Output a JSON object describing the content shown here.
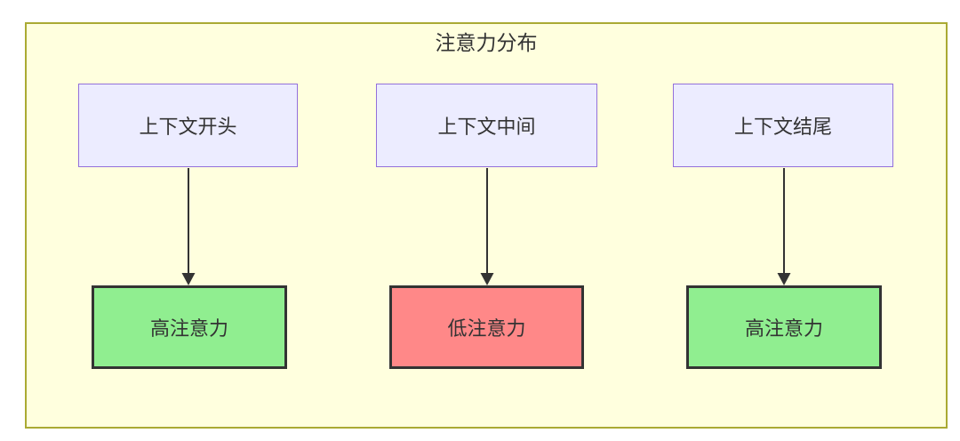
{
  "diagram": {
    "title": "注意力分布",
    "columns": [
      {
        "source": "上下文开头",
        "target": "高注意力",
        "level": "high"
      },
      {
        "source": "上下文中间",
        "target": "低注意力",
        "level": "low"
      },
      {
        "source": "上下文结尾",
        "target": "高注意力",
        "level": "high"
      }
    ],
    "colors": {
      "cluster_fill": "#ffffde",
      "cluster_border": "#aaaa33",
      "source_fill": "#ececff",
      "source_border": "#9370db",
      "high_fill": "#90ee90",
      "low_fill": "#ff8888",
      "target_border": "#333333",
      "arrow": "#333333",
      "text": "#333333"
    }
  }
}
